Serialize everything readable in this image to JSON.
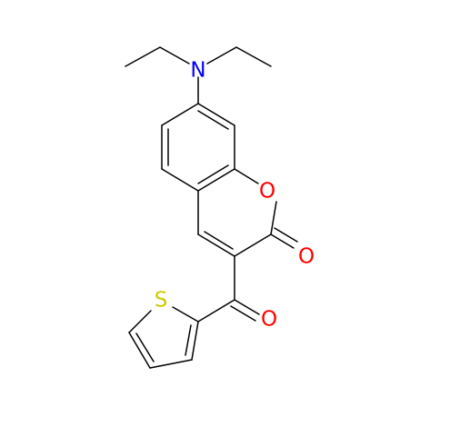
{
  "structure": {
    "colors": {
      "bond": "#000000",
      "nitrogen": "#0000ff",
      "oxygen": "#ff0000",
      "sulfur": "#cccc00"
    },
    "atoms": {
      "amine_nitrogen": "N",
      "ring_oxygen": "O",
      "lactone_carbonyl_oxygen": "O",
      "ketone_oxygen": "O",
      "thiophene_sulfur": "S"
    }
  }
}
